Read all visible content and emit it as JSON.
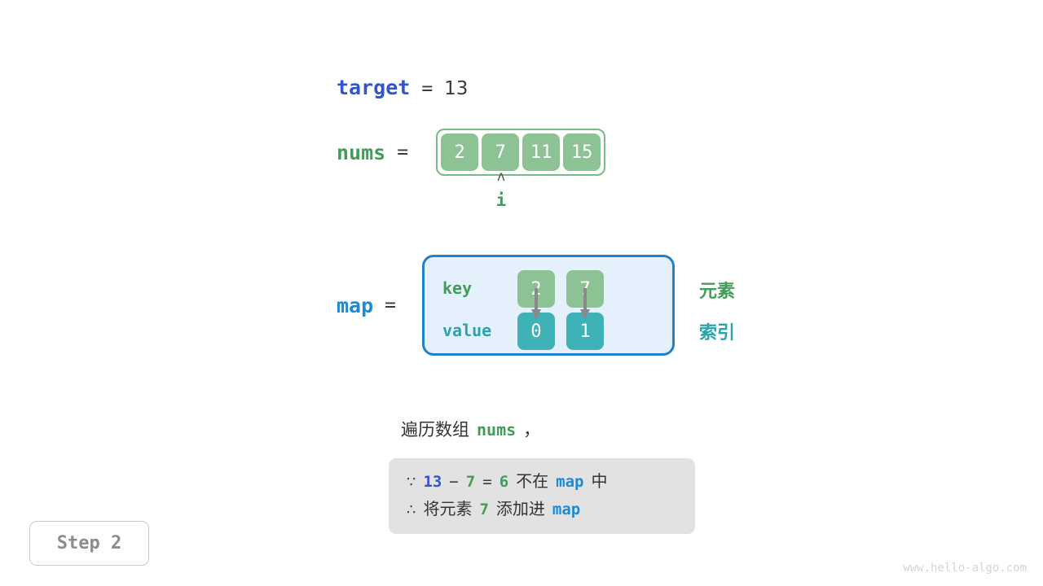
{
  "target": {
    "label": "target",
    "equals": "=",
    "value": "13"
  },
  "nums": {
    "label": "nums",
    "equals": "=",
    "cells": [
      "2",
      "7",
      "11",
      "15"
    ]
  },
  "pointer": {
    "caret": "ʌ",
    "name": "i",
    "index": 1
  },
  "map": {
    "label": "map",
    "equals": "=",
    "key_row_label": "key",
    "value_row_label": "value",
    "keys": [
      "2",
      "7"
    ],
    "values": [
      "0",
      "1"
    ],
    "side_labels": {
      "element": "元素",
      "index": "索引"
    }
  },
  "caption": {
    "prefix": "遍历数组",
    "var": "nums",
    "suffix": "，"
  },
  "note": {
    "line1": {
      "symbol": "∵",
      "a": "13",
      "minus": "−",
      "b": "7",
      "eq": "=",
      "result": "6",
      "text_mid": "不在",
      "var": "map",
      "text_end": "中"
    },
    "line2": {
      "symbol": "∴",
      "text_start": "将元素",
      "value": "7",
      "text_mid": "添加进",
      "var": "map"
    }
  },
  "step_badge": "Step 2",
  "watermark": "www.hello-algo.com",
  "colors": {
    "green": "#459b5b",
    "green_fill": "#8cc294",
    "teal": "#2aa3ac",
    "teal_fill": "#3eb2b6",
    "blue": "#1c8ad4",
    "indigo": "#3355cc",
    "map_bg": "#e4f0fb",
    "note_bg": "#e2e2e2"
  }
}
